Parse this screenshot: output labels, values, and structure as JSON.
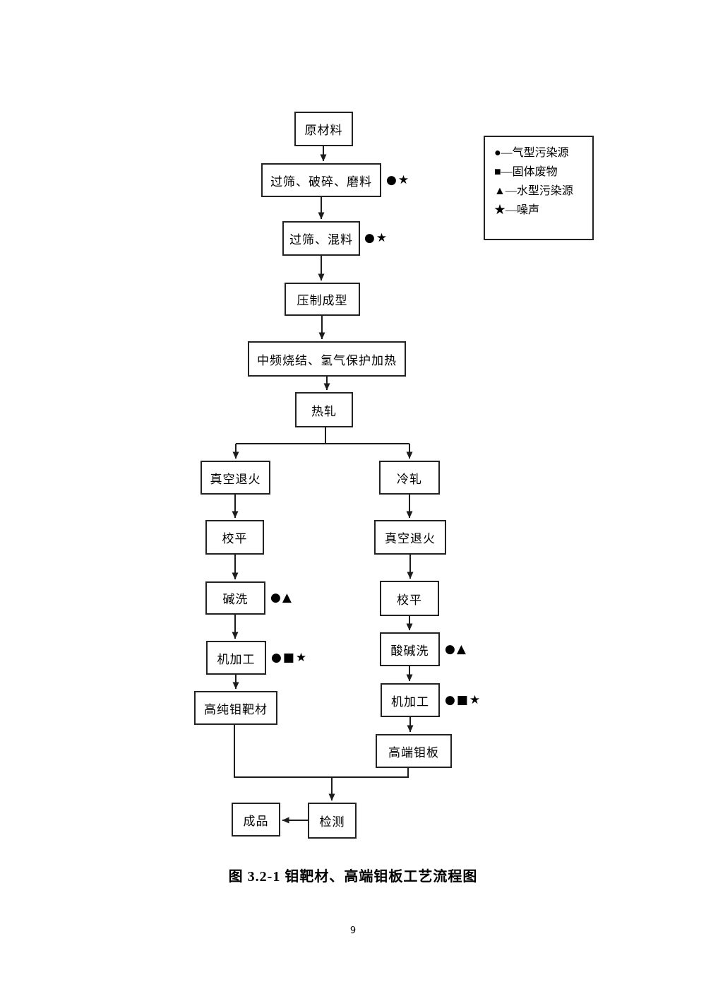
{
  "page": {
    "caption": "图 3.2-1  钼靶材、高端钼板工艺流程图",
    "page_number": "9"
  },
  "legend": {
    "items": [
      "●—气型污染源",
      "■—固体废物",
      "▲—水型污染源",
      "★—噪声"
    ]
  },
  "flowchart": {
    "nodes": [
      {
        "id": "raw-material",
        "label": "原材料",
        "marks": ""
      },
      {
        "id": "sieve-crush-grind",
        "label": "过筛、破碎、磨料",
        "marks": "●★"
      },
      {
        "id": "sieve-mix",
        "label": "过筛、混料",
        "marks": "●★"
      },
      {
        "id": "press-forming",
        "label": "压制成型",
        "marks": ""
      },
      {
        "id": "sintering-heating",
        "label": "中频烧结、氢气保护加热",
        "marks": ""
      },
      {
        "id": "hot-rolling",
        "label": "热轧",
        "marks": ""
      },
      {
        "id": "vacuum-annealing-left",
        "label": "真空退火",
        "marks": ""
      },
      {
        "id": "cold-rolling",
        "label": "冷轧",
        "marks": ""
      },
      {
        "id": "leveling-left",
        "label": "校平",
        "marks": ""
      },
      {
        "id": "vacuum-annealing-right",
        "label": "真空退火",
        "marks": ""
      },
      {
        "id": "alkali-washing",
        "label": "碱洗",
        "marks": "●▲"
      },
      {
        "id": "leveling-right",
        "label": "校平",
        "marks": ""
      },
      {
        "id": "machining-left",
        "label": "机加工",
        "marks": "●■★"
      },
      {
        "id": "acid-alkali-washing",
        "label": "酸碱洗",
        "marks": "●▲"
      },
      {
        "id": "high-purity-mo-target",
        "label": "高纯钼靶材",
        "marks": ""
      },
      {
        "id": "machining-right",
        "label": "机加工",
        "marks": "●■★"
      },
      {
        "id": "high-end-mo-plate",
        "label": "高端钼板",
        "marks": ""
      },
      {
        "id": "inspection",
        "label": "检测",
        "marks": ""
      },
      {
        "id": "finished-product",
        "label": "成品",
        "marks": ""
      }
    ]
  }
}
